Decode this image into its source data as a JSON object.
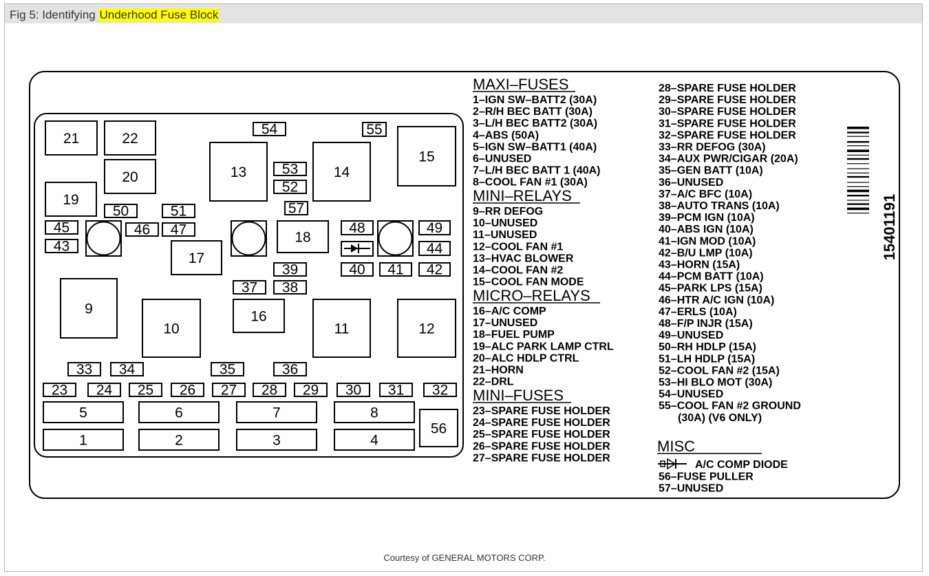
{
  "title": {
    "prefix": "Fig 5: Identifying ",
    "highlight": "Underhood Fuse Block"
  },
  "colors": {
    "highlight": "#ffff00",
    "title_bar": "#e3e3e3",
    "line": "#000000"
  },
  "part_number": "15401191",
  "fuse_labels": {
    "f1": "1",
    "f2": "2",
    "f3": "3",
    "f4": "4",
    "f5": "5",
    "f6": "6",
    "f7": "7",
    "f8": "8",
    "f9": "9",
    "f10": "10",
    "f11": "11",
    "f12": "12",
    "f13": "13",
    "f14": "14",
    "f15": "15",
    "f16": "16",
    "f17": "17",
    "f18": "18",
    "f19": "19",
    "f20": "20",
    "f21": "21",
    "f22": "22",
    "f23": "23",
    "f24": "24",
    "f25": "25",
    "f26": "26",
    "f27": "27",
    "f28": "28",
    "f29": "29",
    "f30": "30",
    "f31": "31",
    "f32": "32",
    "f33": "33",
    "f34": "34",
    "f35": "35",
    "f36": "36",
    "f37": "37",
    "f38": "38",
    "f39": "39",
    "f40": "40",
    "f41": "41",
    "f42": "42",
    "f43": "43",
    "f44": "44",
    "f45": "45",
    "f46": "46",
    "f47": "47",
    "f48": "48",
    "f49": "49",
    "f50": "50",
    "f51": "51",
    "f52": "52",
    "f53": "53",
    "f54": "54",
    "f55": "55",
    "f56": "56",
    "f57": "57"
  },
  "legend_col1": {
    "maxi_title": "MAXI–FUSES",
    "maxi": [
      "1–IGN SW–BATT2 (30A)",
      "2–R/H BEC BATT (30A)",
      "3–L/H BEC BATT2 (30A)",
      "4–ABS (50A)",
      "5–IGN SW–BATT1 (40A)",
      "6–UNUSED",
      "7–L/H BEC BATT 1 (40A)",
      "8–COOL FAN #1 (30A)"
    ],
    "mini_relays_title": "MINI–RELAYS",
    "mini_relays": [
      "9–RR DEFOG",
      "10–UNUSED",
      "11–UNUSED",
      "12–COOL FAN #1",
      "13–HVAC BLOWER",
      "14–COOL FAN #2",
      "15–COOL FAN MODE"
    ],
    "micro_relays_title": "MICRO–RELAYS",
    "micro_relays": [
      "16–A/C COMP",
      "17–UNUSED",
      "18–FUEL PUMP",
      "19–ALC PARK LAMP CTRL",
      "20–ALC HDLP CTRL",
      "21–HORN",
      "22–DRL"
    ],
    "mini_fuses_title": "MINI–FUSES",
    "mini_fuses": [
      "23–SPARE FUSE HOLDER",
      "24–SPARE FUSE HOLDER",
      "25–SPARE FUSE HOLDER",
      "26–SPARE FUSE HOLDER",
      "27–SPARE FUSE HOLDER"
    ]
  },
  "legend_col2": {
    "items": [
      "28–SPARE FUSE HOLDER",
      "29–SPARE FUSE HOLDER",
      "30–SPARE FUSE HOLDER",
      "31–SPARE FUSE HOLDER",
      "32–SPARE FUSE HOLDER",
      "33–RR DEFOG (30A)",
      "34–AUX PWR/CIGAR (20A)",
      "35–GEN BATT (10A)",
      "36–UNUSED",
      "37–A/C BFC (10A)",
      "38–AUTO TRANS (10A)",
      "39–PCM IGN (10A)",
      "40–ABS IGN (10A)",
      "41–IGN MOD (10A)",
      "42–B/U LMP (10A)",
      "43–HORN (15A)",
      "44–PCM BATT (10A)",
      "45–PARK LPS (15A)",
      "46–HTR A/C IGN (10A)",
      "47–ERLS (10A)",
      "48–F/P INJR (15A)",
      "49–UNUSED",
      "50–RH HDLP (15A)",
      "51–LH HDLP (15A)",
      "52–COOL FAN #2 (15A)",
      "53–HI BLO MOT (30A)",
      "54–UNUSED",
      "55–COOL FAN #2 GROUND",
      "(30A) (V6 ONLY)"
    ],
    "misc_title": "MISC",
    "misc": [
      "A/C COMP DIODE",
      "56–FUSE PULLER",
      "57–UNUSED"
    ]
  },
  "credit": "Courtesy of GENERAL MOTORS CORP."
}
